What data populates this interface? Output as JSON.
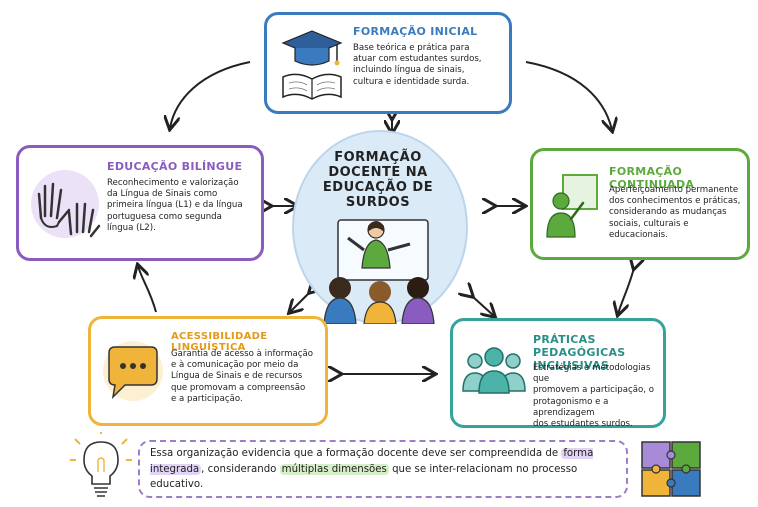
{
  "center": {
    "title": "FORMAÇÃO DOCENTE NA EDUCAÇÃO DE SURDOS"
  },
  "inicial": {
    "title": "FORMAÇÃO INICIAL",
    "lines": [
      "Base teórica e prática para",
      "atuar com estudantes surdos,",
      "incluindo língua de sinais,",
      "cultura e identidade surda."
    ],
    "color": "#3a7bbf",
    "icon": "graduation-cap-book-icon"
  },
  "bilingue": {
    "title": "EDUCAÇÃO BILÍNGUE",
    "lines": [
      "Reconhecimento e valorização",
      "da Língua de Sinais como",
      "primeira língua (L1) e da língua",
      "portuguesa como segunda",
      "língua (L2)."
    ],
    "color": "#8a5cc0",
    "icon": "signing-hands-icon"
  },
  "continuada": {
    "title": "FORMAÇÃO CONTINUADA",
    "lines": [
      "Aperfeiçoamento permanente",
      "dos conhecimentos e práticas,",
      "considerando as mudanças",
      "sociais, culturais e educacionais."
    ],
    "color": "#5caa3e",
    "icon": "presenter-screen-icon"
  },
  "acess": {
    "title": "ACESSIBILIDADE LINGUÍSTICA",
    "lines": [
      "Garantia de acesso à informação",
      "e à comunicação por meio da",
      "Língua de Sinais e de recursos",
      "que promovam a compreensão",
      "e a participação."
    ],
    "color": "#f1b43a",
    "icon": "speech-bubble-icon"
  },
  "praticas": {
    "title_lines": [
      "PRÁTICAS PEDAGÓGICAS",
      "INCLUSIVAS"
    ],
    "lines": [
      "Estratégias e metodologias que",
      "promovem a participação, o",
      "protagonismo e a aprendizagem",
      "dos estudantes surdos."
    ],
    "color": "#36a39a",
    "icon": "group-people-icon"
  },
  "footer": {
    "part1": "Essa organização evidencia que a formação docente deve ser compreendida de",
    "highlight1": "forma integrada",
    "part2": ", considerando",
    "highlight2": "múltiplas dimensões",
    "part3": "que se inter-relacionam",
    "part4": "no processo educativo."
  }
}
